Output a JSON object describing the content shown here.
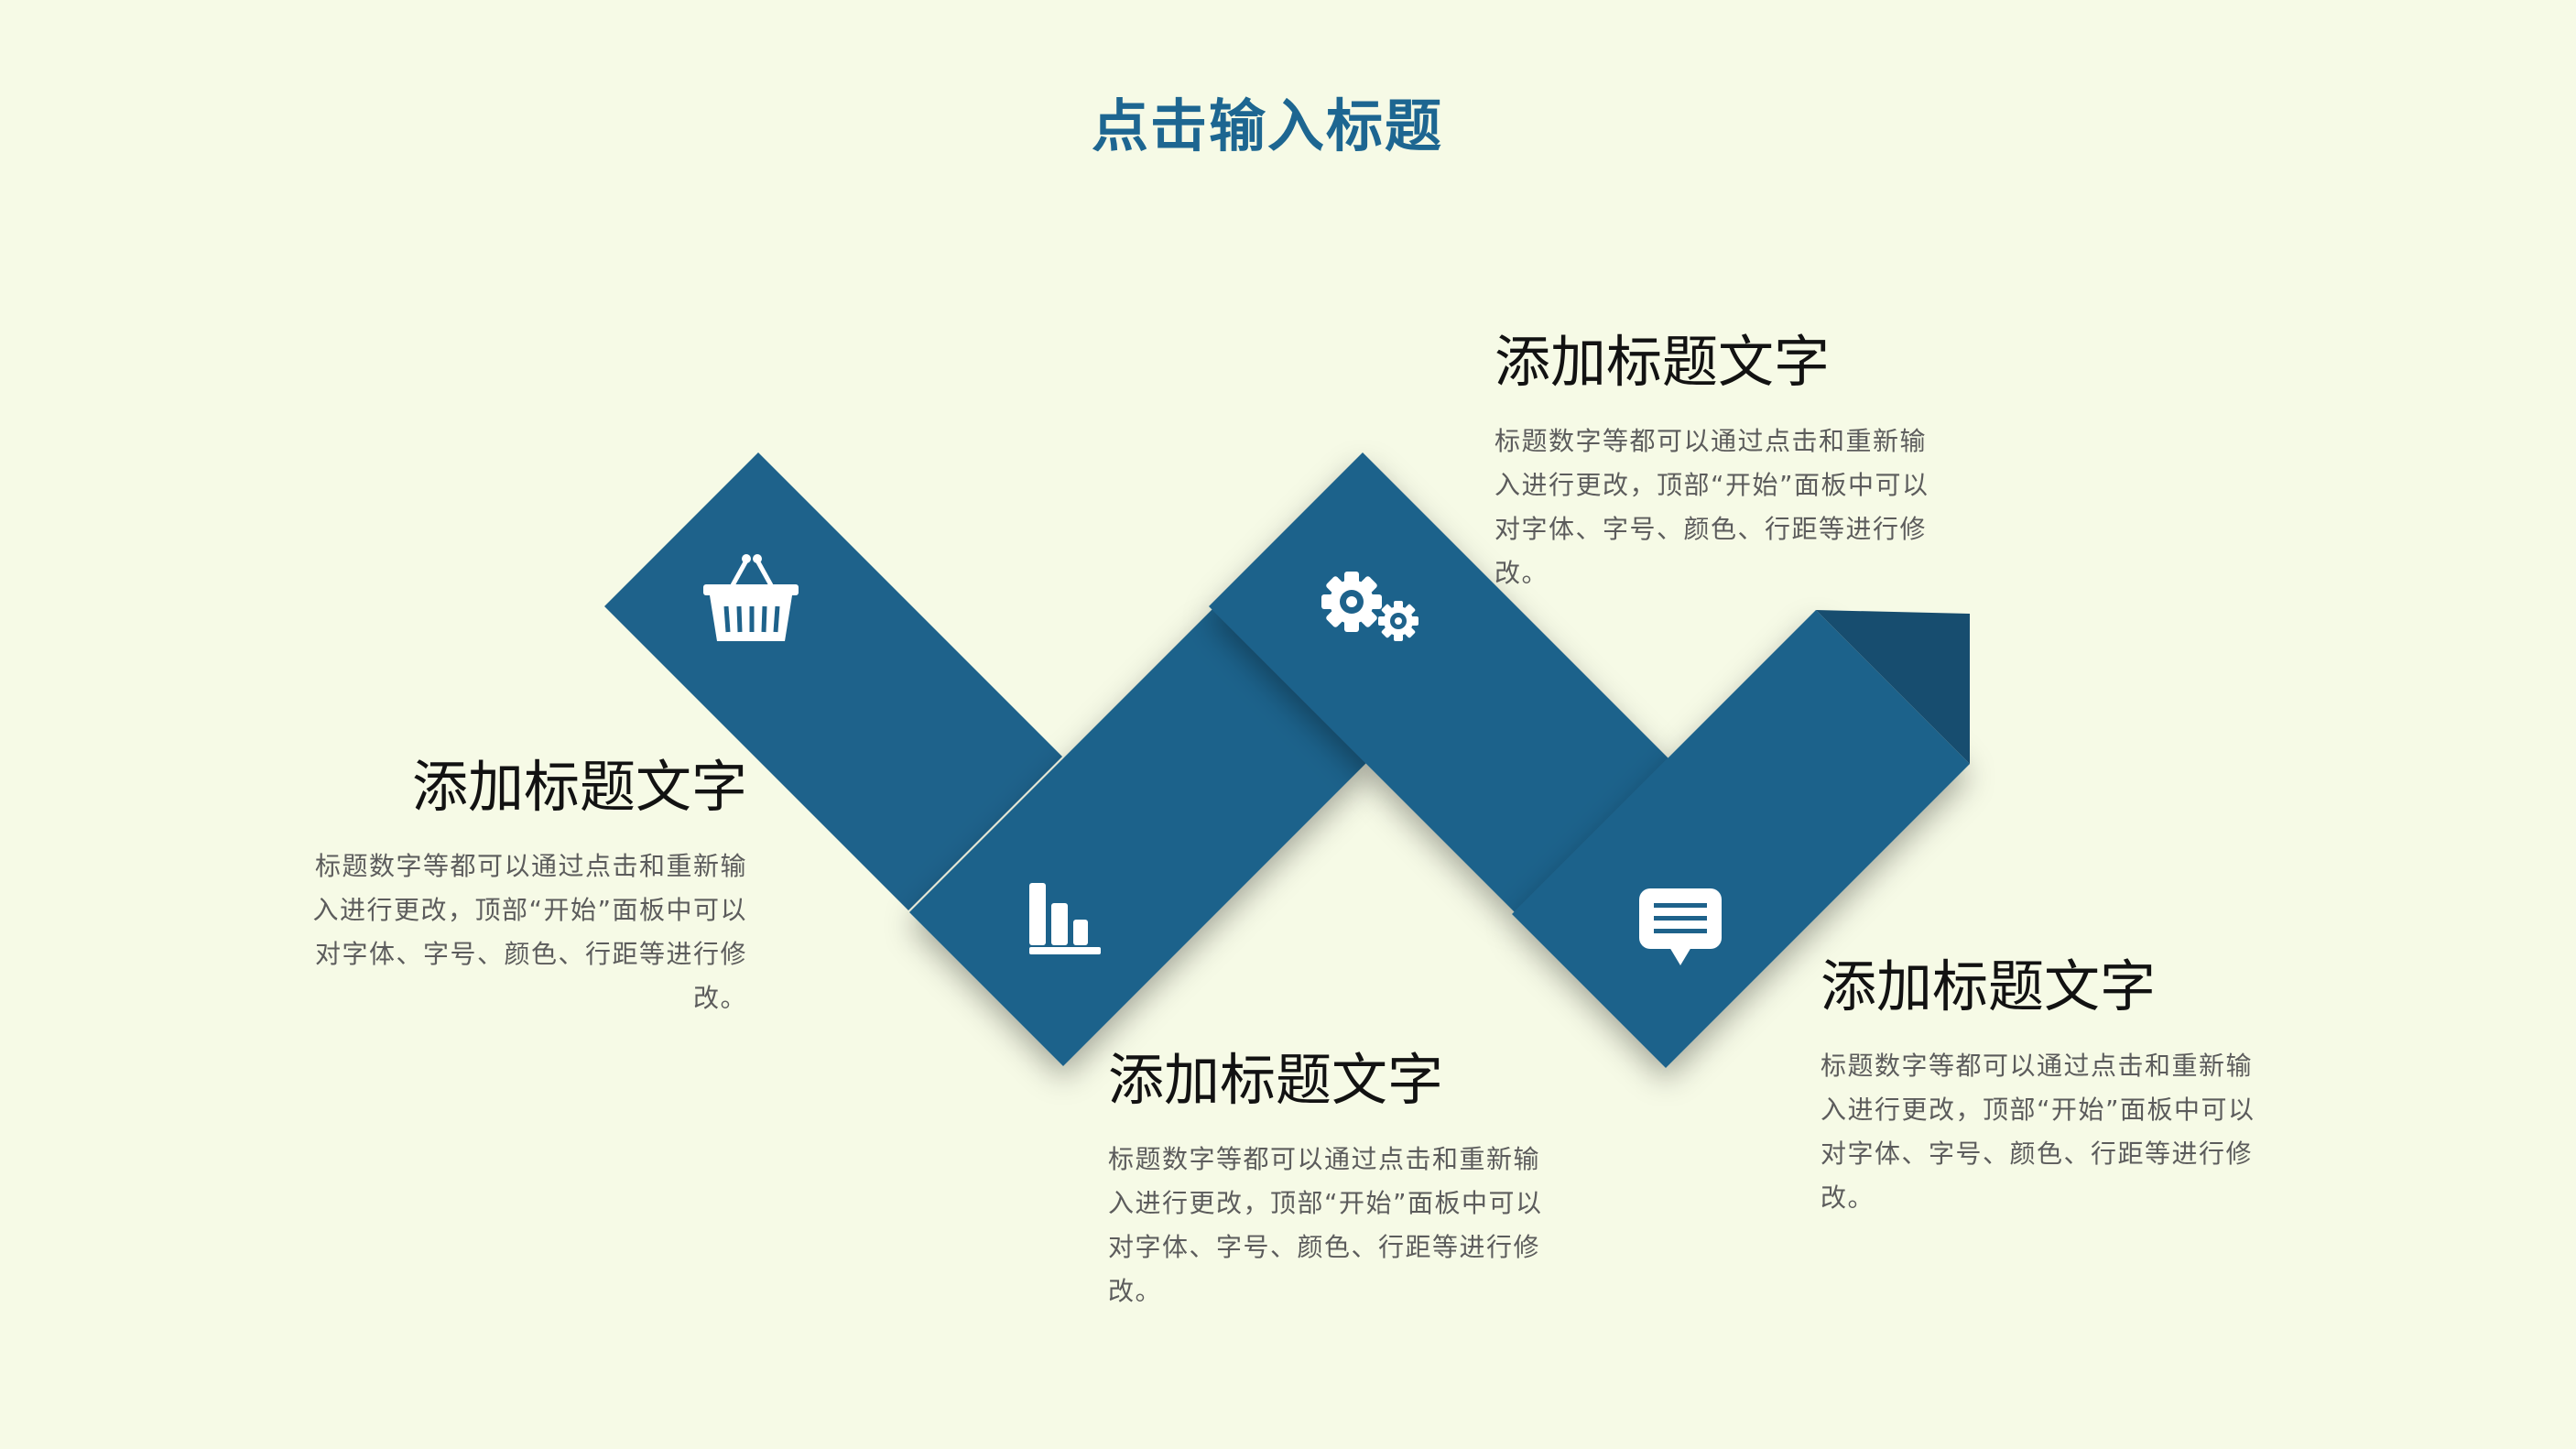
{
  "page": {
    "title": "点击输入标题"
  },
  "colors": {
    "background": "#f6fae6",
    "accent": "#1d6691",
    "ribbon": "#1e628b",
    "ribbon_dark": "#174d6f",
    "title_text": "#121212",
    "body_text": "#5c5c5c"
  },
  "steps": [
    {
      "icon": "shopping-basket-icon",
      "title": "添加标题文字",
      "desc": "标题数字等都可以通过点击和重新输入进行更改，顶部“开始”面板中可以对字体、字号、颜色、行距等进行修改。"
    },
    {
      "icon": "bar-chart-icon",
      "title": "添加标题文字",
      "desc": "标题数字等都可以通过点击和重新输入进行更改，顶部“开始”面板中可以对字体、字号、颜色、行距等进行修改。"
    },
    {
      "icon": "gears-icon",
      "title": "添加标题文字",
      "desc": "标题数字等都可以通过点击和重新输入进行更改，顶部“开始”面板中可以对字体、字号、颜色、行距等进行修改。"
    },
    {
      "icon": "chat-bubble-icon",
      "title": "添加标题文字",
      "desc": "标题数字等都可以通过点击和重新输入进行更改，顶部“开始”面板中可以对字体、字号、颜色、行距等进行修改。"
    }
  ]
}
